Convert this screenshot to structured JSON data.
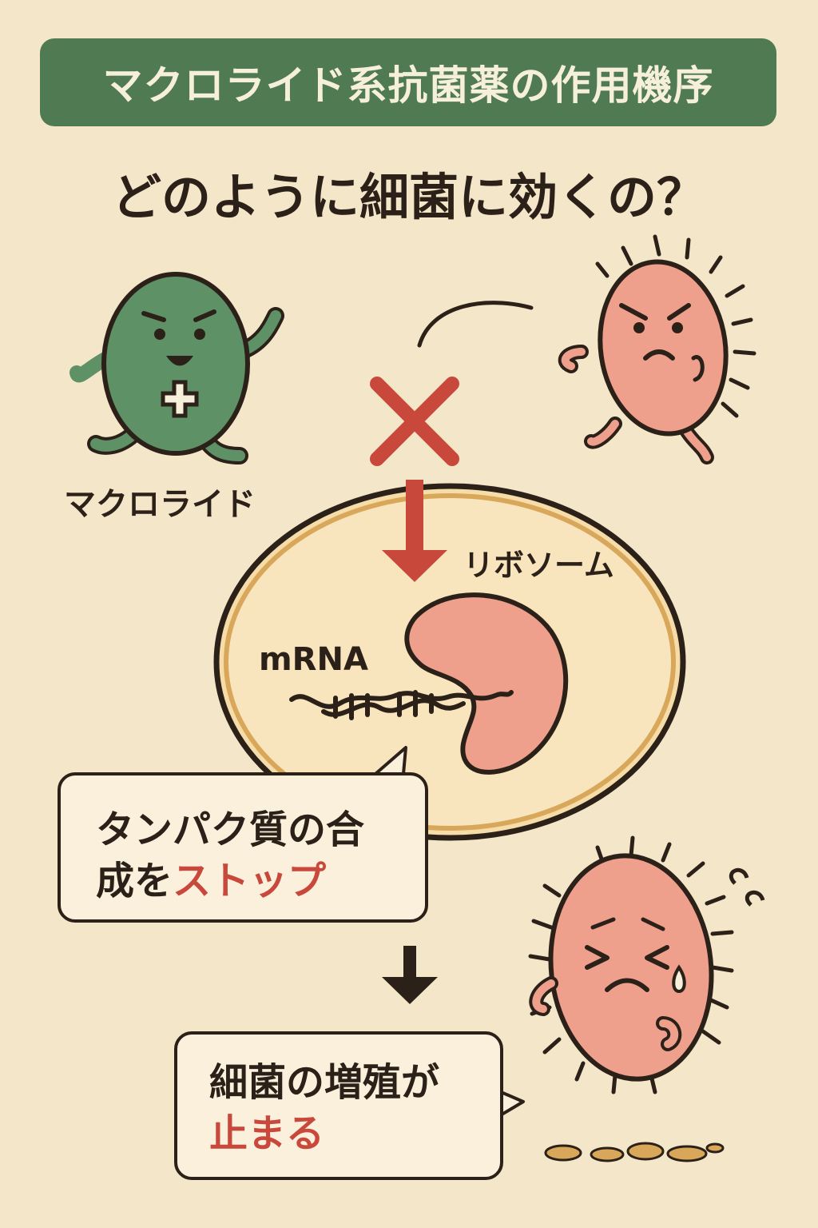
{
  "header": {
    "title": "マクロライド系抗菌薬の作用機序",
    "question": "どのように細菌に効くの？"
  },
  "characters": {
    "drug_label": "マクロライド"
  },
  "diagram": {
    "ribosome_label": "リボソーム",
    "mrna_label": "mRNA"
  },
  "bubbles": {
    "step1_line1": "タンパク質の合",
    "step1_line2_prefix": "成を",
    "step1_line2_highlight": "ストップ",
    "step2_line1": "細菌の増殖が",
    "step2_line2_highlight": "止まる"
  },
  "colors": {
    "banner": "#4f7a52",
    "background": "#f4e6c9",
    "accent_red": "#c9483c",
    "drug_green": "#5e9166",
    "bacteria_pink": "#eea08c"
  }
}
